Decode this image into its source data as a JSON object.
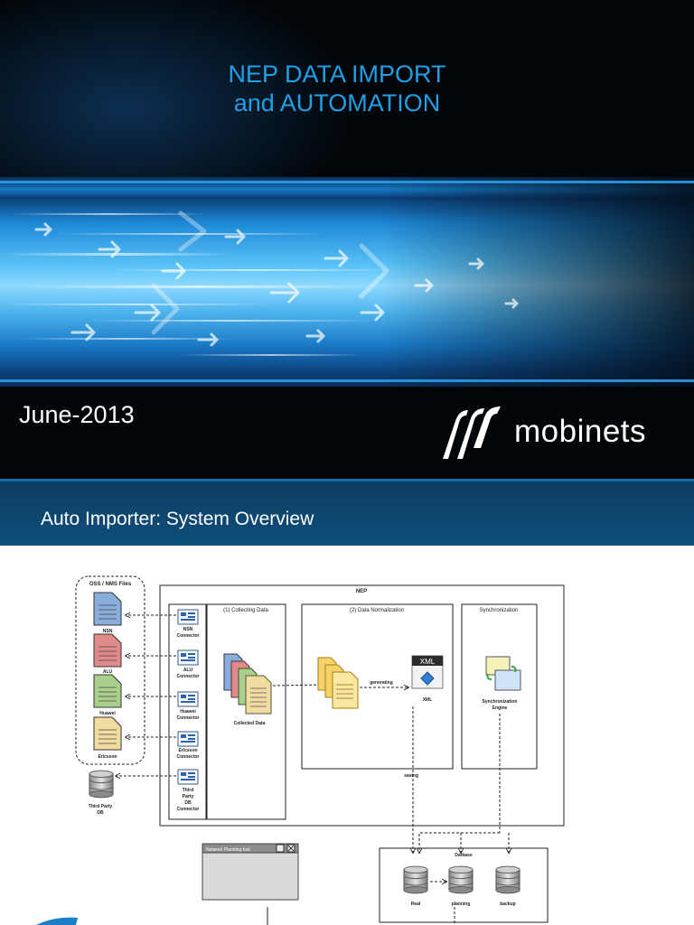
{
  "cover": {
    "title_line1": "NEP DATA IMPORT",
    "title_line2": "and AUTOMATION",
    "date": "June-2013",
    "logo_text": "mobinets",
    "colors": {
      "title": "#1fa0e6",
      "background": "#020609",
      "band": "#59c2f6"
    }
  },
  "slide2": {
    "title": "Auto Importer: System Overview",
    "header_color": "#0f4f7c"
  },
  "diagram": {
    "oss_group_label": "OSS / NMS Files",
    "vendor_files": [
      {
        "label": "NSN",
        "color": "#8aaedc"
      },
      {
        "label": "ALU",
        "color": "#e08a8a"
      },
      {
        "label": "Huawei",
        "color": "#a9cf8d"
      },
      {
        "label": "Ericsson",
        "color": "#f0dca0"
      }
    ],
    "third_party_db_label": [
      "Third Party",
      "DB"
    ],
    "connectors": [
      [
        "NSN",
        "Connector"
      ],
      [
        "ALU",
        "Connector"
      ],
      [
        "Huawei",
        "Connector"
      ],
      [
        "Ericsson",
        "Connector"
      ],
      [
        "Third",
        "Party",
        "DB",
        "Connector"
      ]
    ],
    "nep_label": "NEP",
    "collecting_label": "(1) Collecting Data",
    "collected_label": "Collected Data",
    "normalization_label": "(2) Data Normalization",
    "generating_label": "generating",
    "xml_icon_label": "XML",
    "xml_label": "XML",
    "sync_label": "Synchronization",
    "sync_engine_label": [
      "Synchronization",
      "Engine"
    ],
    "saving_label": "saving",
    "database_label": "Datbase",
    "db_items": [
      "Real",
      "planning",
      "backup"
    ],
    "network_planning_label": "Network Planning tool"
  }
}
